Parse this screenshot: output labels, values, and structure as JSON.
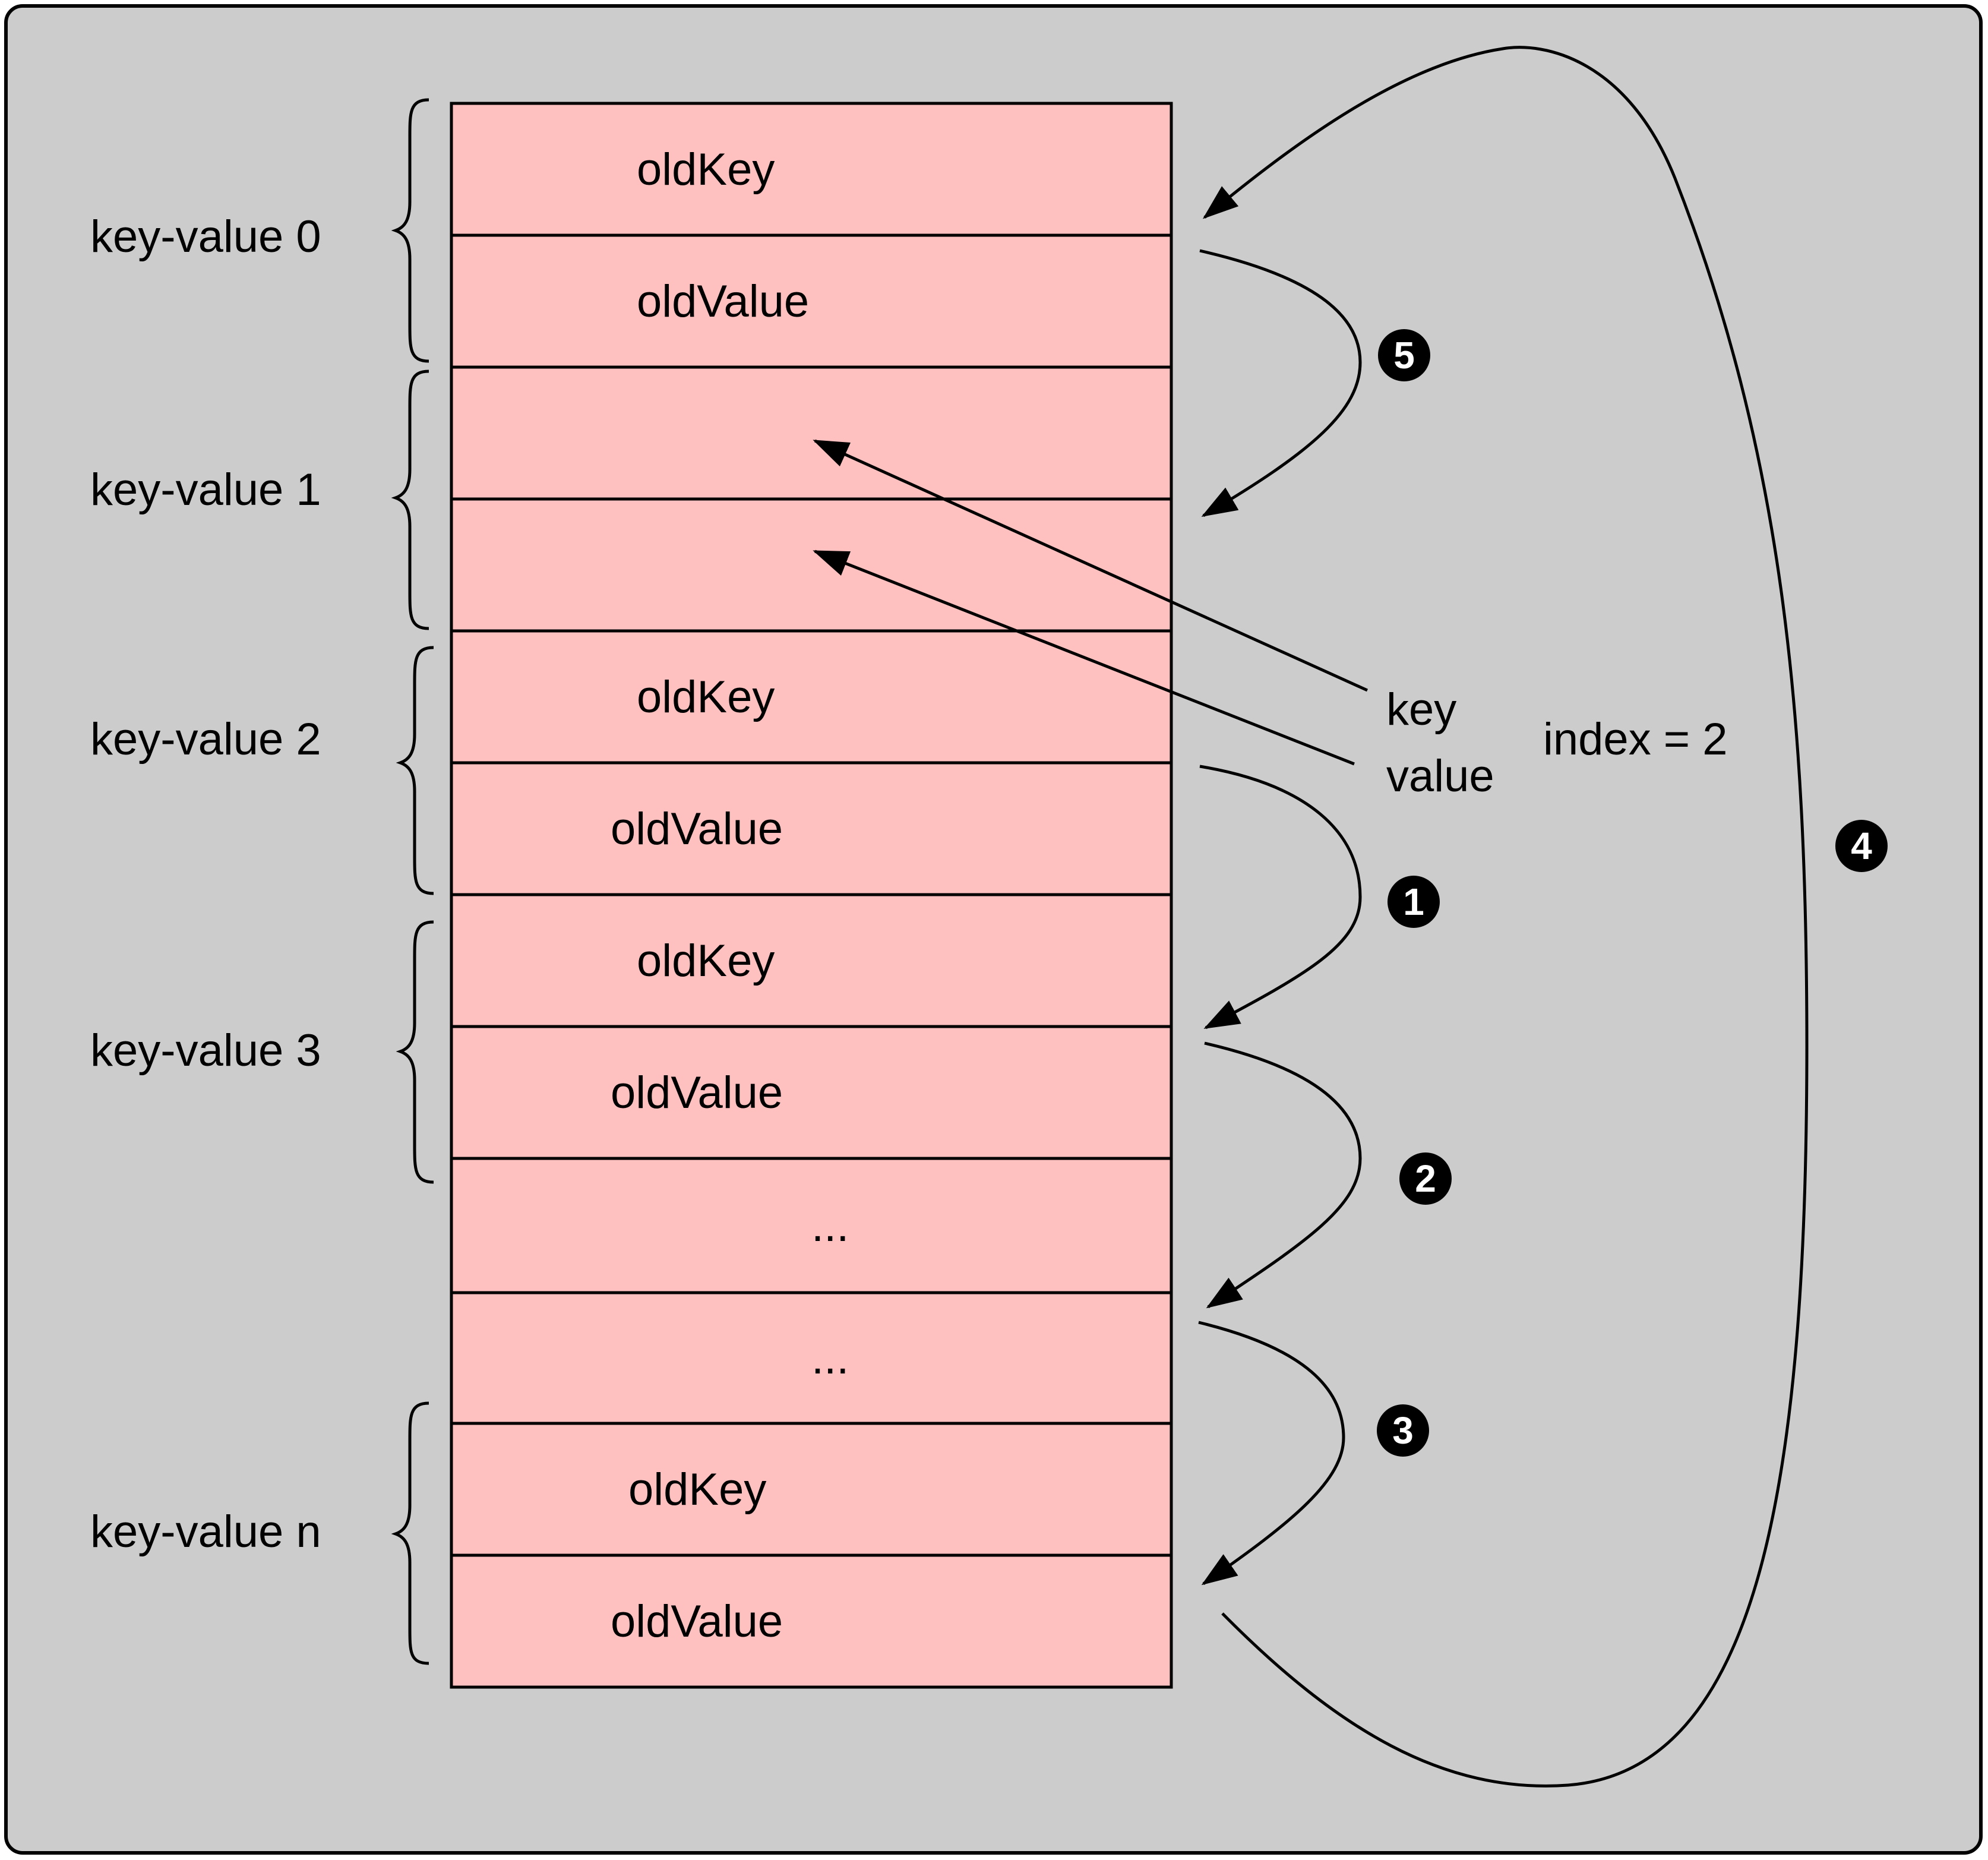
{
  "colors": {
    "background": "#cccccc",
    "cell_fill": "#ffc0c0",
    "stroke": "#000000",
    "badge_fill": "#000000",
    "badge_text": "#ffffff"
  },
  "cells": [
    {
      "text": "oldKey"
    },
    {
      "text": "oldValue"
    },
    {
      "text": ""
    },
    {
      "text": ""
    },
    {
      "text": "oldKey"
    },
    {
      "text": "oldValue"
    },
    {
      "text": "oldKey"
    },
    {
      "text": "oldValue"
    },
    {
      "text": "..."
    },
    {
      "text": "..."
    },
    {
      "text": "oldKey"
    },
    {
      "text": "oldValue"
    }
  ],
  "groups": [
    {
      "label": "key-value 0"
    },
    {
      "label": "key-value 1"
    },
    {
      "label": "key-value 2"
    },
    {
      "label": "key-value 3"
    },
    {
      "label": "key-value n"
    }
  ],
  "incoming": {
    "key_label": "key",
    "value_label": "value",
    "index_label": "index = 2"
  },
  "steps": [
    {
      "number": "1"
    },
    {
      "number": "2"
    },
    {
      "number": "3"
    },
    {
      "number": "4"
    },
    {
      "number": "5"
    }
  ]
}
